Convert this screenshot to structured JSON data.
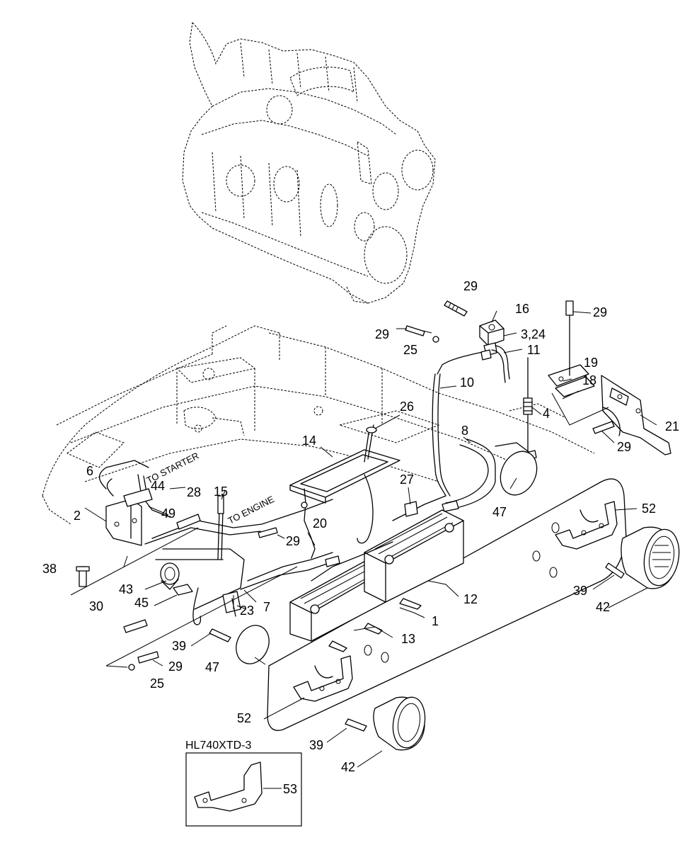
{
  "callouts": {
    "c1": "1",
    "c2": "2",
    "c3_24": "3,24",
    "c4": "4",
    "c6": "6",
    "c7": "7",
    "c8": "8",
    "c10": "10",
    "c11": "11",
    "c12": "12",
    "c13": "13",
    "c14": "14",
    "c15": "15",
    "c16": "16",
    "c18": "18",
    "c19": "19",
    "c20": "20",
    "c21": "21",
    "c23": "23",
    "c25a": "25",
    "c25b": "25",
    "c26": "26",
    "c27": "27",
    "c28": "28",
    "c29a": "29",
    "c29b": "29",
    "c29c": "29",
    "c29d": "29",
    "c29e": "29",
    "c29f": "29",
    "c30": "30",
    "c38": "38",
    "c39a": "39",
    "c39b": "39",
    "c39c": "39",
    "c42a": "42",
    "c42b": "42",
    "c43": "43",
    "c44": "44",
    "c45": "45",
    "c47a": "47",
    "c47b": "47",
    "c49": "49",
    "c52a": "52",
    "c52b": "52",
    "c53": "53"
  },
  "notes": {
    "to_starter": "TO STARTER",
    "to_engine": "TO ENGINE"
  },
  "inset": {
    "title": "HL740XTD-3"
  }
}
